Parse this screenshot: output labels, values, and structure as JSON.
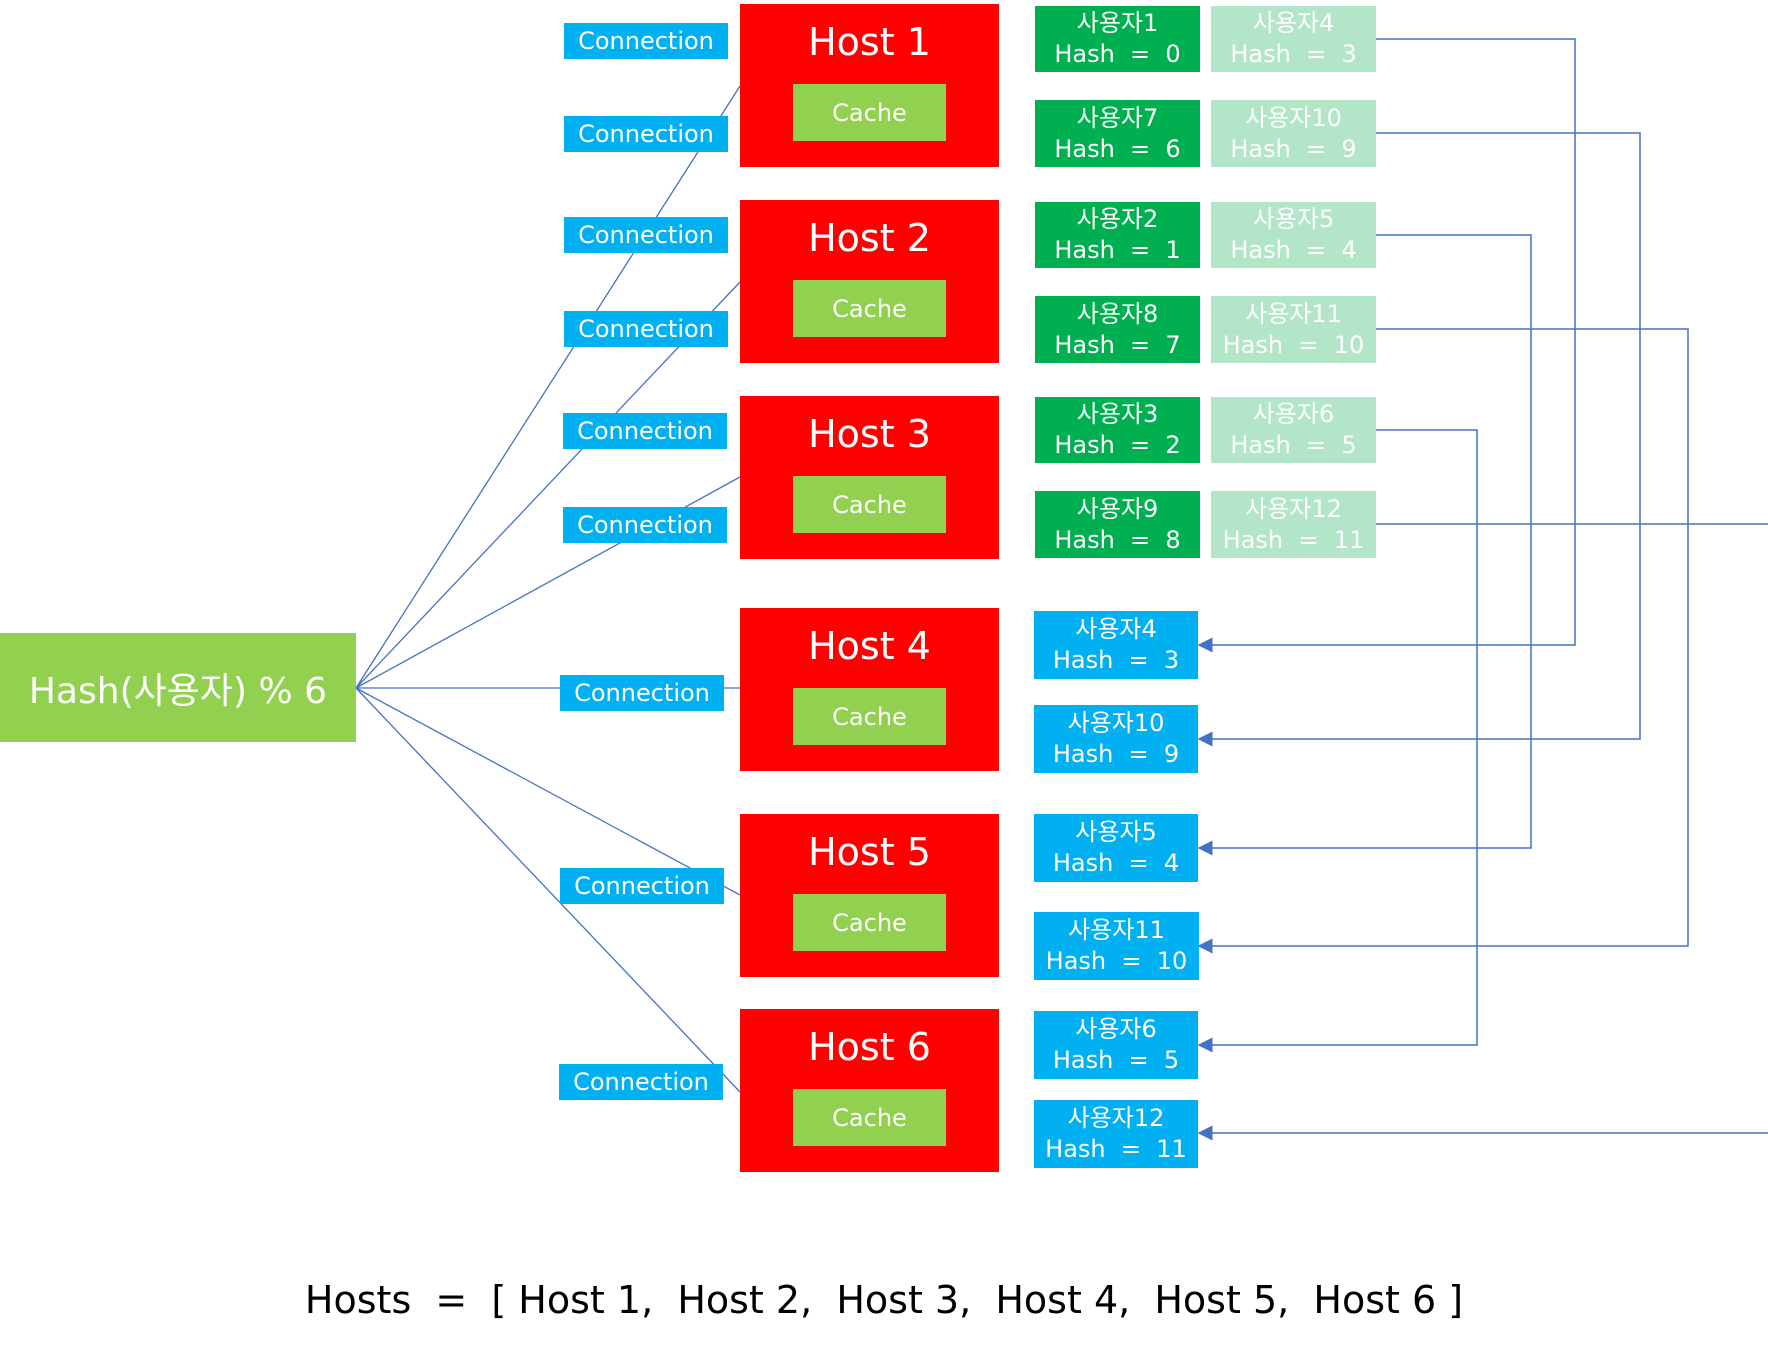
{
  "hash_box": {
    "label": "Hash(사용자) % 6"
  },
  "connection_label": "Connection",
  "hosts": [
    {
      "title": "Host 1",
      "cache": "Cache"
    },
    {
      "title": "Host 2",
      "cache": "Cache"
    },
    {
      "title": "Host 3",
      "cache": "Cache"
    },
    {
      "title": "Host 4",
      "cache": "Cache"
    },
    {
      "title": "Host 5",
      "cache": "Cache"
    },
    {
      "title": "Host 6",
      "cache": "Cache"
    }
  ],
  "users_original": [
    {
      "name": "사용자1",
      "hash": "Hash  =  0"
    },
    {
      "name": "사용자7",
      "hash": "Hash  =  6"
    },
    {
      "name": "사용자2",
      "hash": "Hash  =  1"
    },
    {
      "name": "사용자8",
      "hash": "Hash  =  7"
    },
    {
      "name": "사용자3",
      "hash": "Hash  =  2"
    },
    {
      "name": "사용자9",
      "hash": "Hash  =  8"
    }
  ],
  "users_moved_from": [
    {
      "name": "사용자4",
      "hash": "Hash  =  3"
    },
    {
      "name": "사용자10",
      "hash": "Hash  =  9"
    },
    {
      "name": "사용자5",
      "hash": "Hash  =  4"
    },
    {
      "name": "사용자11",
      "hash": "Hash  =  10"
    },
    {
      "name": "사용자6",
      "hash": "Hash  =  5"
    },
    {
      "name": "사용자12",
      "hash": "Hash  =  11"
    }
  ],
  "users_moved_to": [
    {
      "name": "사용자4",
      "hash": "Hash  =  3"
    },
    {
      "name": "사용자10",
      "hash": "Hash  =  9"
    },
    {
      "name": "사용자5",
      "hash": "Hash  =  4"
    },
    {
      "name": "사용자11",
      "hash": "Hash  =  10"
    },
    {
      "name": "사용자6",
      "hash": "Hash  =  5"
    },
    {
      "name": "사용자12",
      "hash": "Hash  =  11"
    }
  ],
  "footer": "Hosts  =  [ Host 1,  Host 2,  Host 3,  Host 4,  Host 5,  Host 6 ]",
  "colors": {
    "host": "#ff0000",
    "cache": "#92d050",
    "connection": "#00b0f0",
    "user_original": "#00b050",
    "user_moved_from": "#b3e6c8",
    "user_moved_to": "#00b0f0",
    "connector_line": "#4472c4"
  }
}
